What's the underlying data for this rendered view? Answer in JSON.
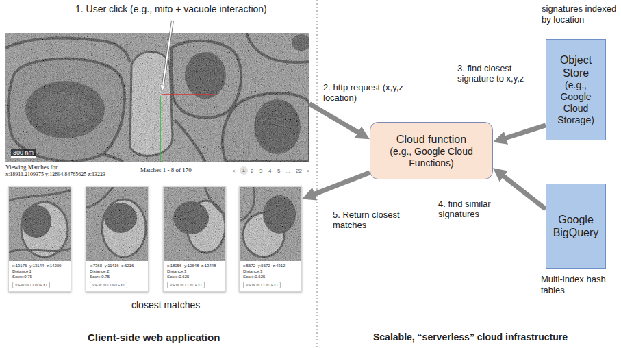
{
  "diagram": {
    "nodes": [
      {
        "text": [
          "300 nm"
        ]
      },
      {
        "text": [
          "x:19176 y:13144 z:14200",
          "Distance:2",
          "Score:0.75"
        ]
      },
      {
        "text": [
          "VIEW IN CONTEXT"
        ],
        "in": 1
      },
      {
        "text": [
          "x:7368 y:11416 z:6216",
          "Distance:2",
          "Score:0.75"
        ]
      },
      {
        "text": [
          "VIEW IN CONTEXT"
        ],
        "in": 3
      },
      {
        "text": [
          "x:18056 y:10648 z:13448",
          "Distance:3",
          "Score:0.625"
        ]
      },
      {
        "text": [
          "VIEW IN CONTEXT"
        ],
        "in": 5
      },
      {
        "text": [
          "x:5672 y:5672 z:4312",
          "Distance:3",
          "Score:0.625"
        ]
      },
      {
        "text": [
          "VIEW IN CONTEXT"
        ],
        "in": 7
      },
      {
        "text": [
          "Cloud function",
          "(e.g., Google Cloud Functions)"
        ]
      },
      {
        "text": [
          "Object Store",
          "(e.g., Google Cloud Storage)"
        ]
      },
      {
        "text": [
          "Google BigQuery"
        ]
      }
    ],
    "edges": [
      {
        "from": 0,
        "to": 9,
        "label": "2. http request (x,y,z location)",
        "arrow": "to"
      },
      {
        "from": 10,
        "to": 9,
        "label": "3. find closest signature to x,y,z",
        "arrow": "to"
      },
      {
        "from": 11,
        "to": 9,
        "label": "4. find similar signatures",
        "arrow": "to"
      },
      {
        "from": 9,
        "to": 7,
        "label": "5. Return closest matches",
        "arrow": "to"
      }
    ],
    "labels": [
      "1. User click (e.g., mito + vacuole interaction)",
      "Viewing Matches for",
      "x:18911.2109375 y:12894.84765625 z:13223",
      "Matches 1 - 8 of 170",
      "<",
      "1",
      "2",
      "3",
      "4",
      "5",
      "...",
      "22",
      ">",
      "closest matches",
      "Client-side web application",
      "signatures indexed by location",
      "Multi-index hash tables",
      "Scalable, “serverless” cloud infrastructure"
    ]
  }
}
